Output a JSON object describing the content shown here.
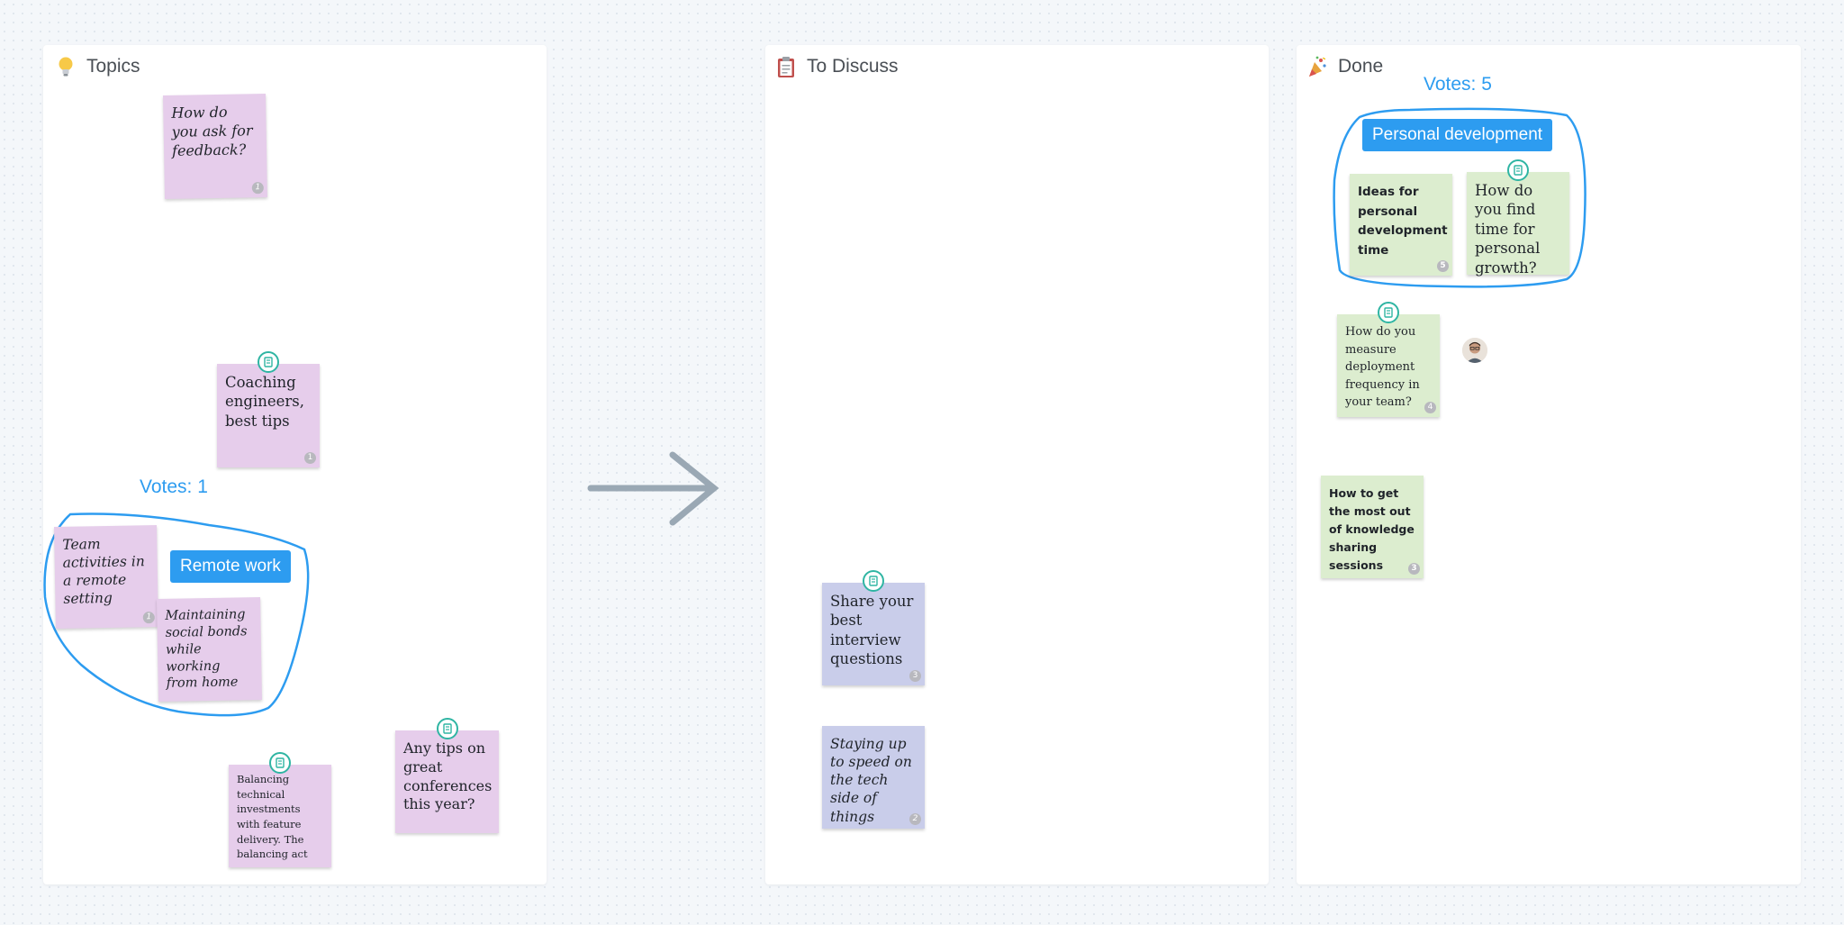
{
  "frames": {
    "topics": {
      "title": "Topics",
      "icon": "lightbulb-icon"
    },
    "to_discuss": {
      "title": "To Discuss",
      "icon": "clipboard-icon"
    },
    "done": {
      "title": "Done",
      "icon": "party-popper-icon"
    }
  },
  "topics": {
    "votes": "Votes: 1",
    "group_tag": "Remote work",
    "notes": [
      {
        "text": "How do you ask for feedback?",
        "count": "1"
      },
      {
        "text": "Coaching engineers, best tips",
        "count": "1"
      },
      {
        "text": "Team activities in a remote setting",
        "count": "1"
      },
      {
        "text": "Maintaining social bonds while working from home"
      },
      {
        "text": "Balancing technical investments with feature delivery. The balancing act"
      },
      {
        "text": "Any tips on great conferences this year?"
      }
    ]
  },
  "to_discuss": {
    "notes": [
      {
        "text": "Share your best interview questions",
        "count": "3"
      },
      {
        "text": "Staying up to speed on the tech side of things",
        "count": "2"
      }
    ]
  },
  "done": {
    "votes": "Votes: 5",
    "group_tag": "Personal development",
    "notes": [
      {
        "text": "Ideas for personal development time",
        "count": "5"
      },
      {
        "text": "How do you find time for personal growth?"
      },
      {
        "text": "How do you measure deployment frequency in your team?",
        "count": "4"
      },
      {
        "text": "How to get the most out of knowledge sharing sessions",
        "count": "3"
      }
    ]
  },
  "colors": {
    "pink_sticky": "#e6cdeb",
    "purple_sticky": "#c9cdea",
    "green_sticky": "#dcedcf",
    "accent_blue": "#2d9cf0",
    "arrow_gray": "#9aa8b4"
  }
}
